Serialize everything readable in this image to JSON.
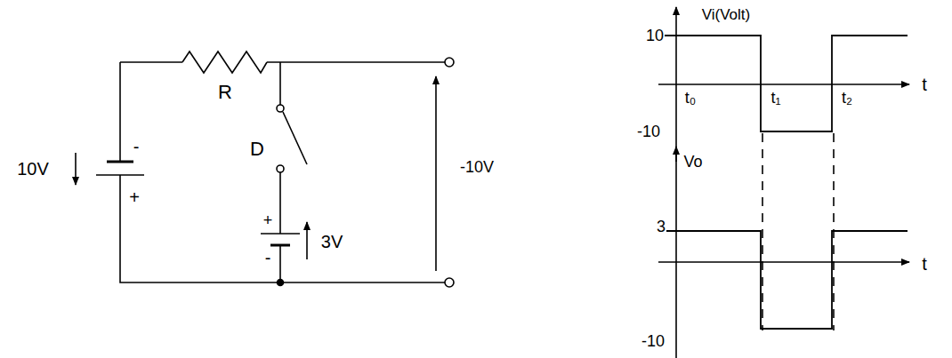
{
  "diagram": {
    "labels": [
      "-",
      "10V",
      "+",
      "R",
      "D",
      "+",
      "-",
      "3V",
      "-10V",
      "Vi(Volt)",
      "10",
      "t₀",
      "t₁",
      "t₂",
      "t",
      "-10",
      "Vo",
      "3",
      "t",
      "-10"
    ]
  }
}
